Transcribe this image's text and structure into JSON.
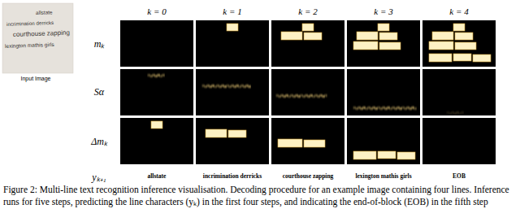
{
  "diagram": {
    "caption": "Figure 2: Multi-line text recognition inference visualisation. Decoding procedure for an example image containing four lines. Inference runs for five steps, predicting the line characters (yₖ) in the first four steps, and indicating the end-of-block (EOB) in the fifth step",
    "labels": [
      "allstate",
      "incrimination derricks",
      "courthouse zapping",
      "lexington mathis girls",
      "Input Image",
      "k = 0",
      "k = 1",
      "k = 2",
      "k = 3",
      "k = 4",
      "mₖ",
      "Sα",
      "Δmₖ",
      "yₖ₊₁",
      "allstate",
      "incrimination derricks",
      "courthouse zapping",
      "lexington mathis girls",
      "EOB"
    ]
  }
}
